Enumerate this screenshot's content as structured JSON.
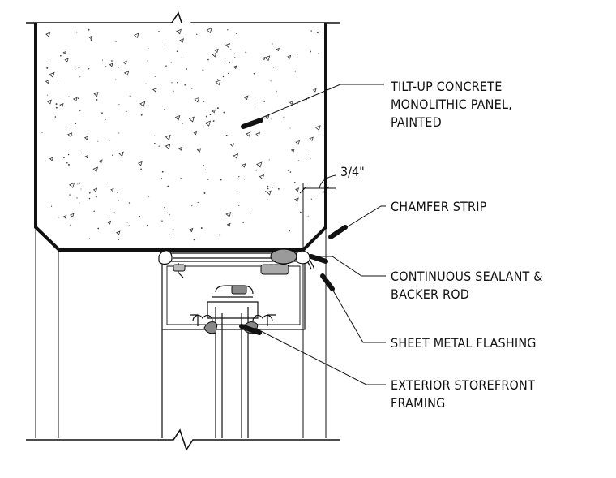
{
  "callouts": {
    "panel_line1": "TILT-UP CONCRETE",
    "panel_line2": "MONOLITHIC PANEL,",
    "panel_line3": "PAINTED",
    "chamfer": "CHAMFER STRIP",
    "sealant_line1": "CONTINUOUS SEALANT &",
    "sealant_line2": "BACKER ROD",
    "flashing": "SHEET METAL FLASHING",
    "framing_line1": "EXTERIOR STOREFRONT",
    "framing_line2": "FRAMING"
  },
  "dimension": {
    "gap": "3/4\""
  },
  "colors": {
    "ink": "#111111",
    "concrete_fill": "#ffffff",
    "sealant": "#9a9a9a"
  }
}
